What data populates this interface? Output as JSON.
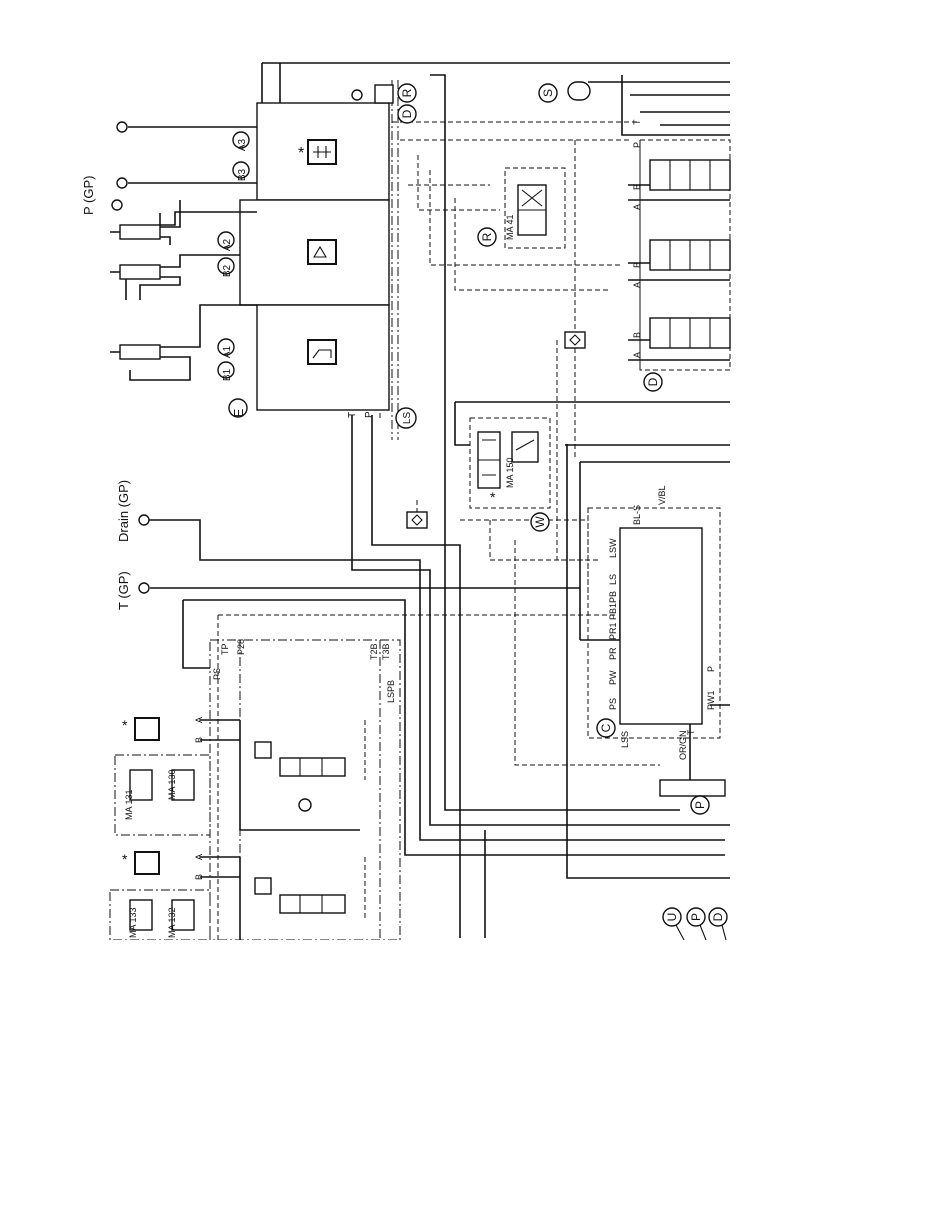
{
  "ports": {
    "p_gp": "P (GP)",
    "t_gp": "T (GP)",
    "drain_gp": "Drain (GP)"
  },
  "block_e": {
    "label": "E",
    "ports": [
      "A3",
      "B3",
      "A2",
      "B2",
      "A1",
      "B1"
    ],
    "pins": [
      "T",
      "P",
      "LS"
    ],
    "asterisk": "*"
  },
  "valve_r": {
    "label": "R",
    "ma": "MA 41"
  },
  "valve_w": {
    "label": "W",
    "ma": "MA 150",
    "asterisk": "*"
  },
  "block_d": {
    "label": "D",
    "top_label": "D",
    "top_label2": "R",
    "pins": [
      "A",
      "B",
      "A",
      "B",
      "A",
      "B",
      "P",
      "T"
    ]
  },
  "sensor_s": {
    "label": "S"
  },
  "controller_c": {
    "label": "C",
    "pins": [
      "LSS",
      "PS",
      "PW",
      "PR",
      "PR1",
      "PB1",
      "PB",
      "LS",
      "LSW"
    ],
    "wires": [
      "BL-S",
      "V/BL",
      "OR/GN",
      "PW1",
      "P",
      "T"
    ]
  },
  "block_p": {
    "label": "P"
  },
  "left_valves": {
    "labels": [
      "PS",
      "TP",
      "P28",
      "T2B",
      "T3B",
      "LSPB",
      "A",
      "B",
      "A",
      "B"
    ],
    "ma": [
      "MA 131",
      "MA 130",
      "MA 133",
      "MA 132"
    ],
    "asterisk": "*"
  },
  "bottom_circles": [
    "U",
    "P",
    "D"
  ]
}
